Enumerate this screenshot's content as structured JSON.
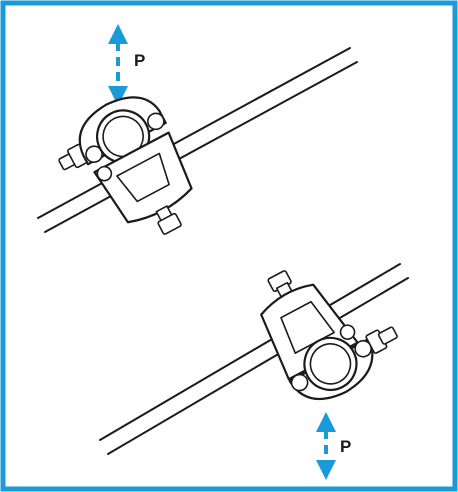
{
  "figure": {
    "frame_color": "#1a9ad9",
    "arrow_color": "#1a9ad9",
    "ink_color": "#1b1b1b",
    "clamps": [
      {
        "id": "upper",
        "load_label": "P"
      },
      {
        "id": "lower",
        "load_label": "P"
      }
    ]
  }
}
